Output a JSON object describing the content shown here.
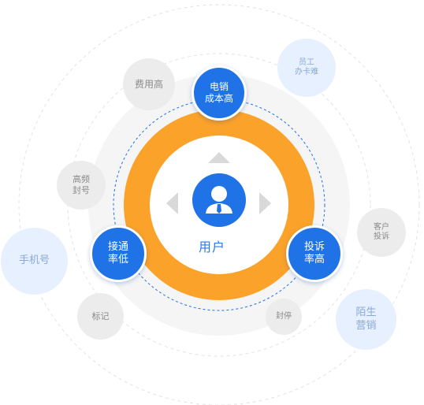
{
  "center": {
    "label": "用户",
    "icon": "user-icon"
  },
  "issues": [
    {
      "id": "high-cost",
      "label": "电销\n成本高"
    },
    {
      "id": "low-connect",
      "label": "接通\n率低"
    },
    {
      "id": "high-complaint",
      "label": "投诉\n率高"
    }
  ],
  "factors": [
    {
      "id": "high-fee",
      "label": "费用高",
      "style": "gray"
    },
    {
      "id": "staff-card",
      "label": "员工\n办卡难",
      "style": "lblue"
    },
    {
      "id": "high-freq-ban",
      "label": "高频\n封号",
      "style": "gray"
    },
    {
      "id": "customer-complaint",
      "label": "客户\n投诉",
      "style": "gray"
    },
    {
      "id": "phone-number",
      "label": "手机号",
      "style": "lblue"
    },
    {
      "id": "tag",
      "label": "标记",
      "style": "gray"
    },
    {
      "id": "suspend",
      "label": "封停",
      "style": "gray"
    },
    {
      "id": "cold-call",
      "label": "陌生\n营销",
      "style": "lblue"
    }
  ],
  "colors": {
    "ring": "#fba22a",
    "primary": "#1f73e6",
    "arrow": "#d9d9d9"
  }
}
